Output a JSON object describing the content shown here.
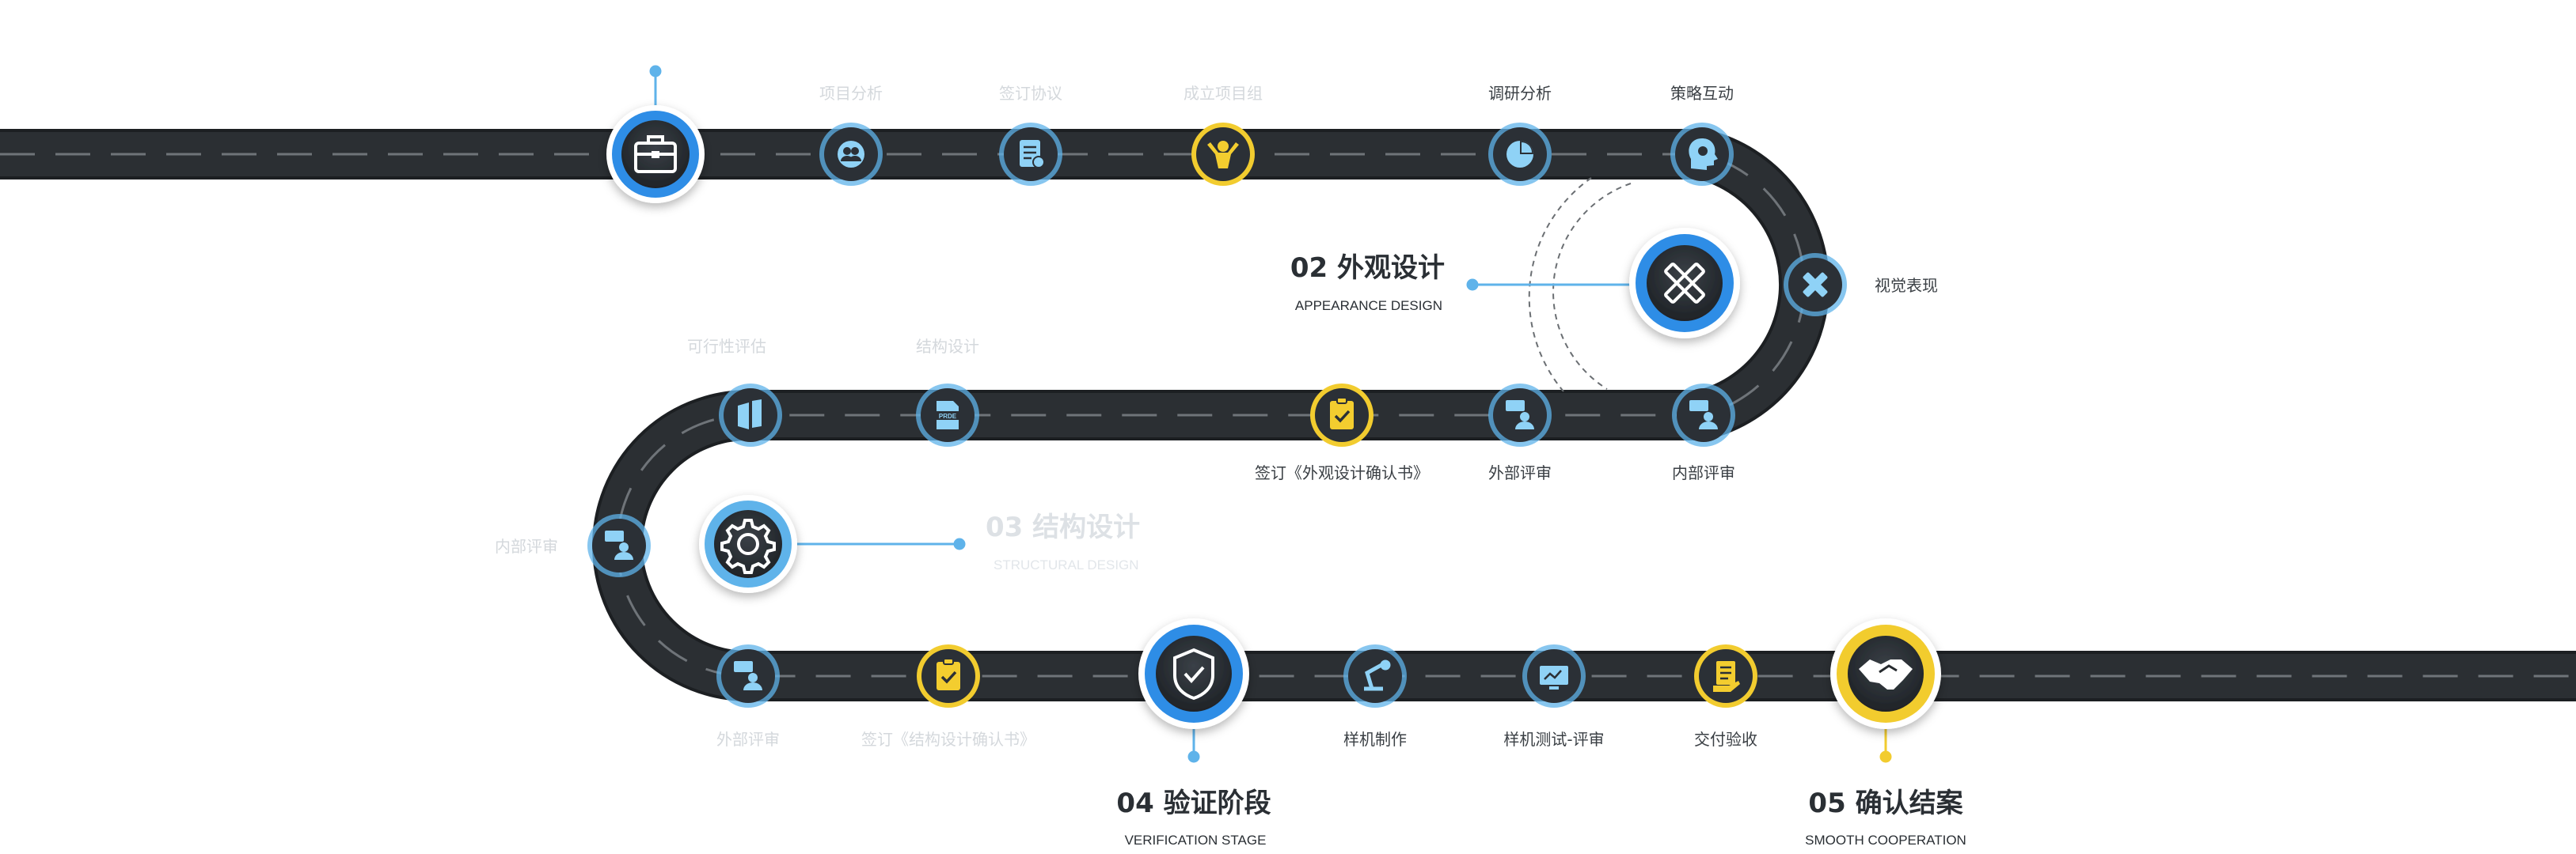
{
  "colors": {
    "road": "#2b2f33",
    "road_edge": "#1c1f22",
    "dash": "#6f7479",
    "node_fill": "#2b3036",
    "node_ring_blue": "#5fb3ea",
    "node_ring_yellow": "#f2cc2f",
    "big_ring_blue": "#2d8de6",
    "icon_blue": "#8fd2f6",
    "icon_yellow": "#f3cd2f",
    "leader": "#5fb3ea"
  },
  "stages": {
    "s1": {
      "icon": "briefcase-icon"
    },
    "s2": {
      "title": "02 外观设计",
      "subtitle": "APPEARANCE DESIGN",
      "icon": "pencil-ruler-icon"
    },
    "s3": {
      "title": "03 结构设计",
      "subtitle": "STRUCTURAL DESIGN",
      "icon": "gear-icon"
    },
    "s4": {
      "title": "04 验证阶段",
      "subtitle": "VERIFICATION STAGE",
      "icon": "shield-check-icon"
    },
    "s5": {
      "title": "05 确认结案",
      "subtitle": "SMOOTH COOPERATION",
      "icon": "handshake-icon"
    }
  },
  "steps": {
    "r1_1": {
      "label": "项目分析",
      "icon": "users-icon",
      "faint": true
    },
    "r1_2": {
      "label": "签订协议",
      "icon": "contract-icon",
      "faint": true
    },
    "r1_3": {
      "label": "成立项目组",
      "icon": "team-person-icon",
      "faint": true
    },
    "r1_4": {
      "label": "调研分析",
      "icon": "pie-chart-icon"
    },
    "r1_5": {
      "label": "策略互动",
      "icon": "head-idea-icon"
    },
    "c1": {
      "label": "视觉表现",
      "icon": "pencil-ruler-icon"
    },
    "r2_1": {
      "label": "内部评审",
      "icon": "review-icon"
    },
    "r2_2": {
      "label": "外部评审",
      "icon": "review-icon"
    },
    "r2_3": {
      "label": "签订《外观设计确认书》",
      "icon": "clipboard-check-icon"
    },
    "r2_4": {
      "label": "结构设计",
      "icon": "prde-doc-icon",
      "faint": true
    },
    "r2_5": {
      "label": "可行性评估",
      "icon": "book-icon",
      "faint": true
    },
    "c2": {
      "label": "内部评审",
      "icon": "review-icon",
      "faint": true
    },
    "r3_1": {
      "label": "外部评审",
      "icon": "review-icon",
      "faint": true
    },
    "r3_2": {
      "label": "签订《结构设计确认书》",
      "icon": "clipboard-check-icon",
      "faint": true
    },
    "r3_3": {
      "label": "样机制作",
      "icon": "robot-arm-icon"
    },
    "r3_4": {
      "label": "样机测试-评审",
      "icon": "monitor-icon"
    },
    "r3_5": {
      "label": "交付验收",
      "icon": "document-hand-icon"
    }
  }
}
